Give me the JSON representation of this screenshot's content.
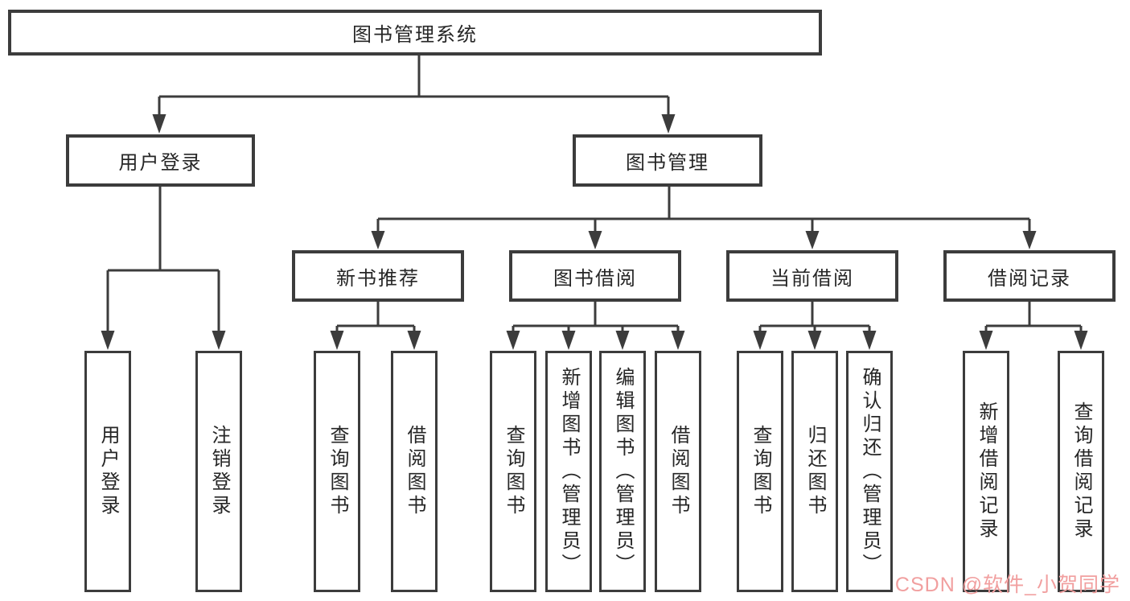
{
  "tree": {
    "root": {
      "label": "图书管理系统",
      "children": [
        {
          "label": "用户登录",
          "children": [
            {
              "label": "用户登录"
            },
            {
              "label": "注销登录"
            }
          ]
        },
        {
          "label": "图书管理",
          "children": [
            {
              "label": "新书推荐",
              "children": [
                {
                  "label": "查询图书"
                },
                {
                  "label": "借阅图书"
                }
              ]
            },
            {
              "label": "图书借阅",
              "children": [
                {
                  "label": "查询图书"
                },
                {
                  "label": "新增图书（管理员）"
                },
                {
                  "label": "编辑图书（管理员）"
                },
                {
                  "label": "借阅图书"
                }
              ]
            },
            {
              "label": "当前借阅",
              "children": [
                {
                  "label": "查询图书"
                },
                {
                  "label": "归还图书"
                },
                {
                  "label": "确认归还（管理员）"
                }
              ]
            },
            {
              "label": "借阅记录",
              "children": [
                {
                  "label": "新增借阅记录"
                },
                {
                  "label": "查询借阅记录"
                }
              ]
            }
          ]
        }
      ]
    }
  },
  "watermark": {
    "text": "CSDN @软件_小贺同学"
  },
  "colors": {
    "line": "#3c3c3c",
    "text": "#262626",
    "box_background": "#ffffff",
    "watermark_pink": "#f19f9f"
  }
}
